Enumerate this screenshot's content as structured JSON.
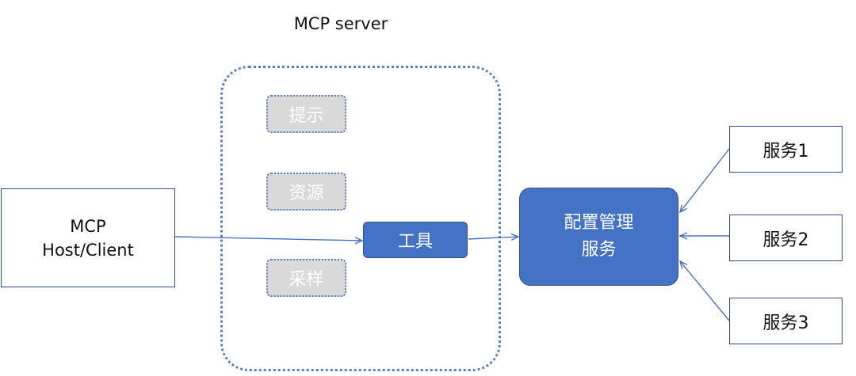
{
  "server": {
    "title": "MCP server"
  },
  "host": {
    "line1": "MCP",
    "line2": "Host/Client"
  },
  "capabilities": {
    "prompts": "提示",
    "resources": "资源",
    "sampling": "采样",
    "tools": "工具"
  },
  "config_service": {
    "line1": "配置管理",
    "line2": "服务"
  },
  "services": [
    "服务1",
    "服务2",
    "服务3"
  ],
  "colors": {
    "accent": "#4472c4",
    "border": "#2e4d8c",
    "inactive_fill": "#d9d9d9",
    "dotted_border": "#5b7fbf"
  }
}
